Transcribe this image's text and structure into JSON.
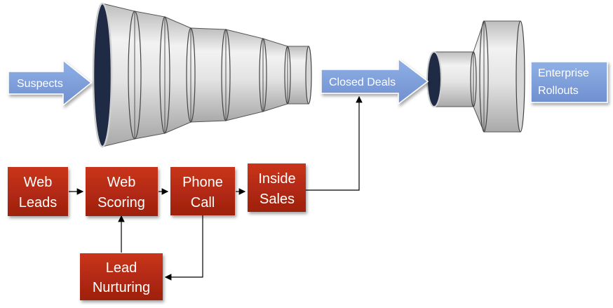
{
  "funnel": {
    "input_label": "Suspects",
    "output_label": "Closed Deals"
  },
  "expansion": {
    "output_label_line1": "Enterprise",
    "output_label_line2": "Rollouts"
  },
  "process": {
    "web_leads": [
      "Web",
      "Leads"
    ],
    "web_scoring": [
      "Web",
      "Scoring"
    ],
    "phone_call": [
      "Phone",
      "Call"
    ],
    "inside_sales": [
      "Inside",
      "Sales"
    ],
    "lead_nurturing": [
      "Lead",
      "Nurturing"
    ]
  },
  "colors": {
    "box_red": "#b52a14",
    "arrow_blue": "#7f9fd9",
    "funnel_grey": "#d8d8d8",
    "funnel_opening": "#1f2a44"
  }
}
